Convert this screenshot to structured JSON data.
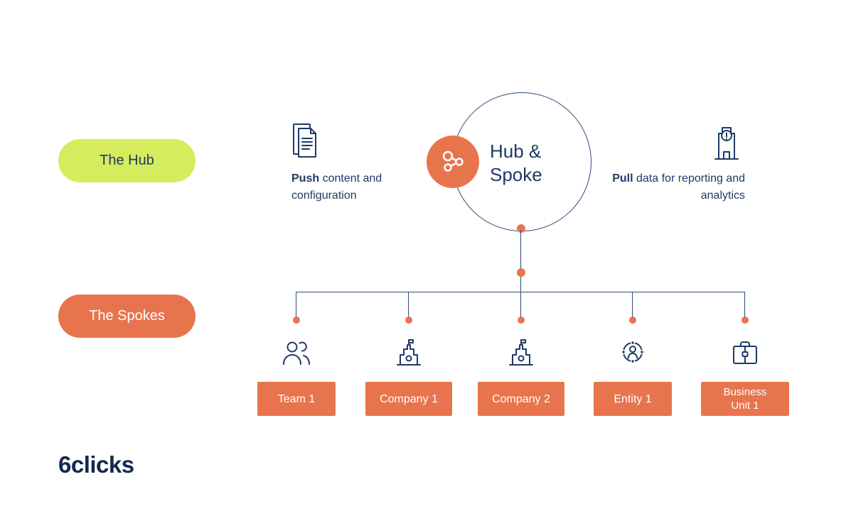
{
  "colors": {
    "navy": "#1E3A66",
    "line_navy": "#2C4A78",
    "orange": "#E8744E",
    "lime": "#D5EC5C",
    "white": "#FFFFFF"
  },
  "hub": {
    "pill_label": "The Hub",
    "circle_title": "Hub & Spoke",
    "push_bold": "Push",
    "push_rest": " content and configuration",
    "pull_bold": "Pull",
    "pull_rest": " data for reporting and analytics"
  },
  "spokes": {
    "pill_label": "The Spokes",
    "items": [
      {
        "label": "Team 1",
        "icon": "team-icon"
      },
      {
        "label": "Company 1",
        "icon": "building-icon"
      },
      {
        "label": "Company 2",
        "icon": "building-icon"
      },
      {
        "label": "Entity 1",
        "icon": "entity-icon"
      },
      {
        "label": "Business Unit 1",
        "icon": "briefcase-icon"
      }
    ]
  },
  "hub_node_icon": "share-network-icon",
  "push_icon": "document-icon",
  "pull_icon": "building-alert-icon",
  "logo_text": "6clicks"
}
